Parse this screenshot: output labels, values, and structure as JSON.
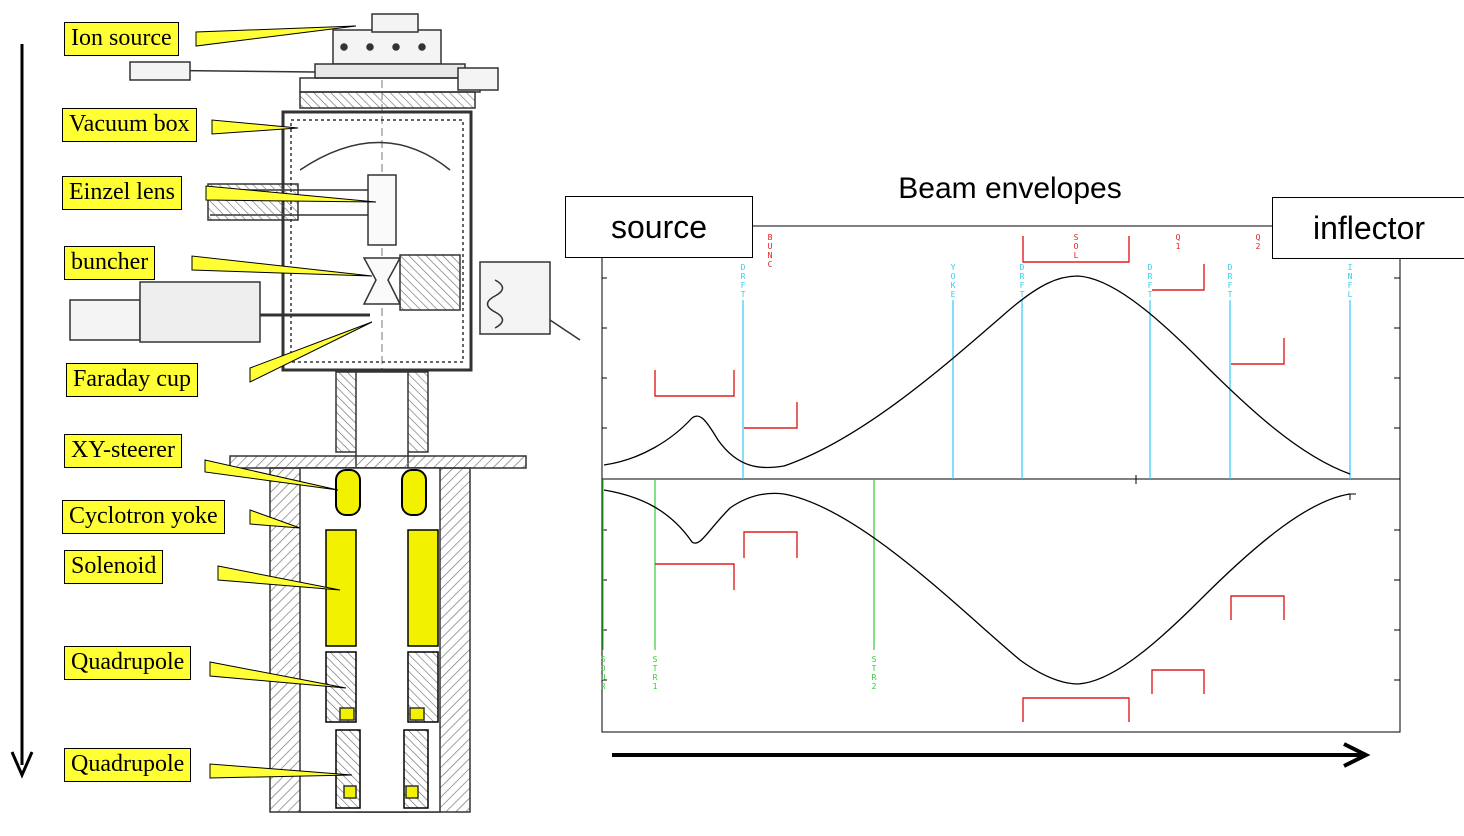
{
  "labels": {
    "ion_source": "Ion source",
    "vacuum_box": "Vacuum box",
    "einzel_lens": "Einzel lens",
    "buncher": "buncher",
    "faraday_cup": "Faraday cup",
    "xy_steerer": "XY-steerer",
    "cyclotron_yoke": "Cyclotron yoke",
    "solenoid": "Solenoid",
    "quadrupole_1": "Quadrupole",
    "quadrupole_2": "Quadrupole"
  },
  "plot": {
    "title": "Beam envelopes",
    "source_label": "source",
    "inflector_label": "inflector",
    "upper_element_labels": [
      "BUNC",
      "SOL",
      "Q1",
      "Q2"
    ],
    "upper_drift_labels": [
      "DRFT",
      "YOKE",
      "DRFT",
      "DRFT",
      "DRFT",
      "INFL"
    ],
    "lower_steerer_labels": [
      "SOUR",
      "STR1",
      "STR2"
    ]
  },
  "colors": {
    "callout_fill": "#ffff33",
    "solenoid_fill": "#f2f200",
    "element_red": "#e02020",
    "drift_cyan": "#33ccee",
    "steerer_green": "#33cc33"
  }
}
